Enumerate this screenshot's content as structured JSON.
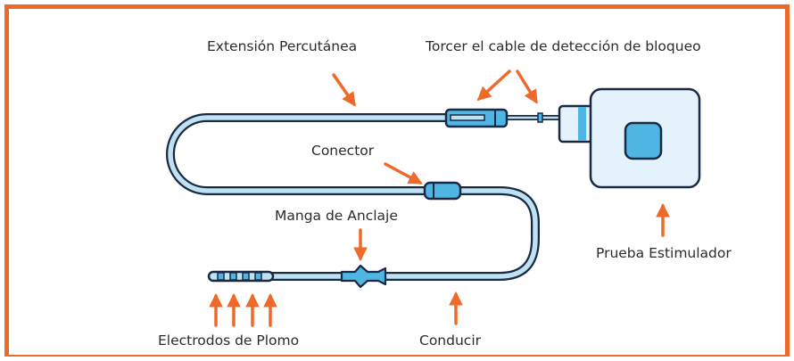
{
  "colors": {
    "border": "#ee6a2b",
    "arrow": "#ee6a2b",
    "outline": "#1b2a44",
    "cable": "#bfe2f3",
    "accent": "#4fb6e3",
    "device": "#e4f3fb"
  },
  "labels": {
    "percutaneous_extension": "Extensión Percutánea",
    "twist_cable": "Torcer el cable de detección de bloqueo",
    "connector": "Conector",
    "anchor_sleeve": "Manga de Anclaje",
    "stimulator": "Prueba Estimulador",
    "lead_electrodes": "Electrodos de Plomo",
    "lead": "Conducir"
  }
}
